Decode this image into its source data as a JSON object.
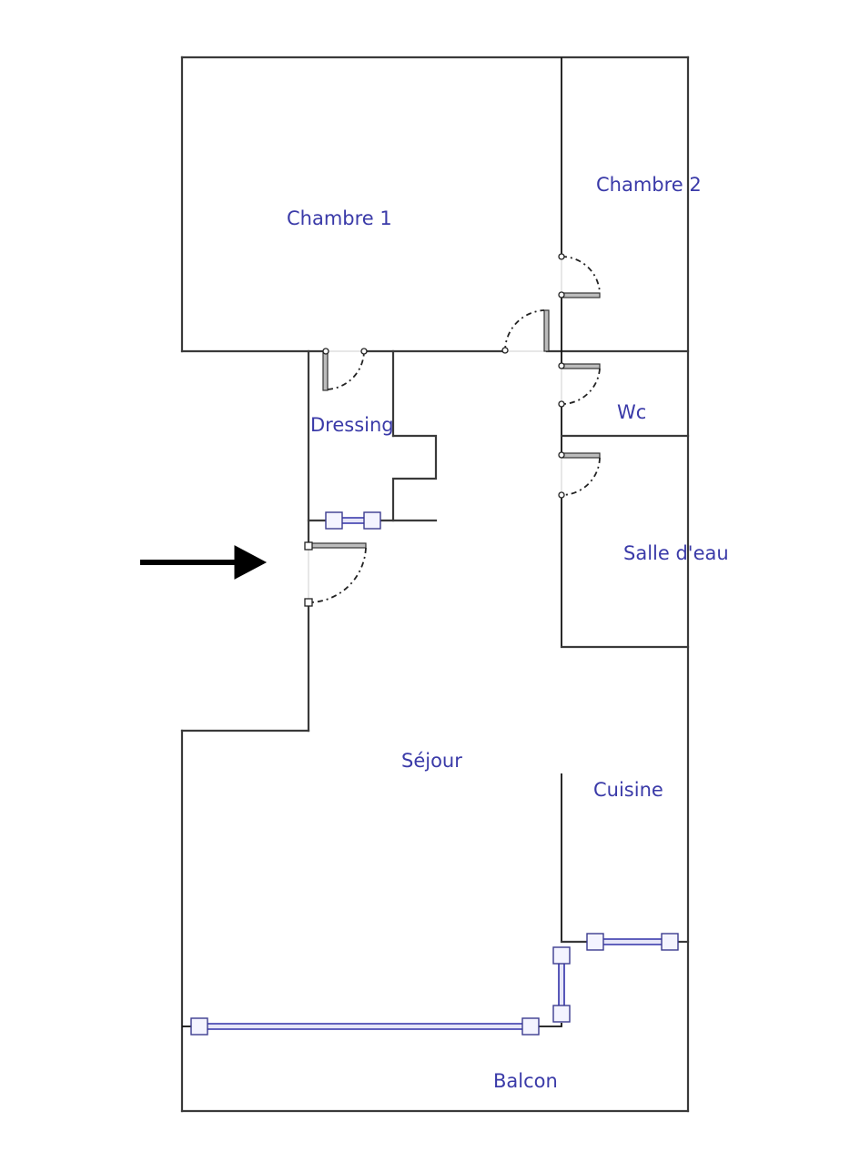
{
  "diagram": {
    "type": "floor-plan",
    "colors": {
      "wall": "#3a3a3a",
      "label": "#3a3aa8",
      "window": "#3030a8",
      "arrow": "#000000"
    },
    "rooms": [
      {
        "id": "chambre1",
        "label": "Chambre 1"
      },
      {
        "id": "chambre2",
        "label": "Chambre 2"
      },
      {
        "id": "dressing",
        "label": "Dressing"
      },
      {
        "id": "wc",
        "label": "Wc"
      },
      {
        "id": "salle-deau",
        "label": "Salle d'eau"
      },
      {
        "id": "sejour",
        "label": "Séjour"
      },
      {
        "id": "cuisine",
        "label": "Cuisine"
      },
      {
        "id": "balcon",
        "label": "Balcon"
      }
    ],
    "entrance_indicator": "arrow-right"
  }
}
